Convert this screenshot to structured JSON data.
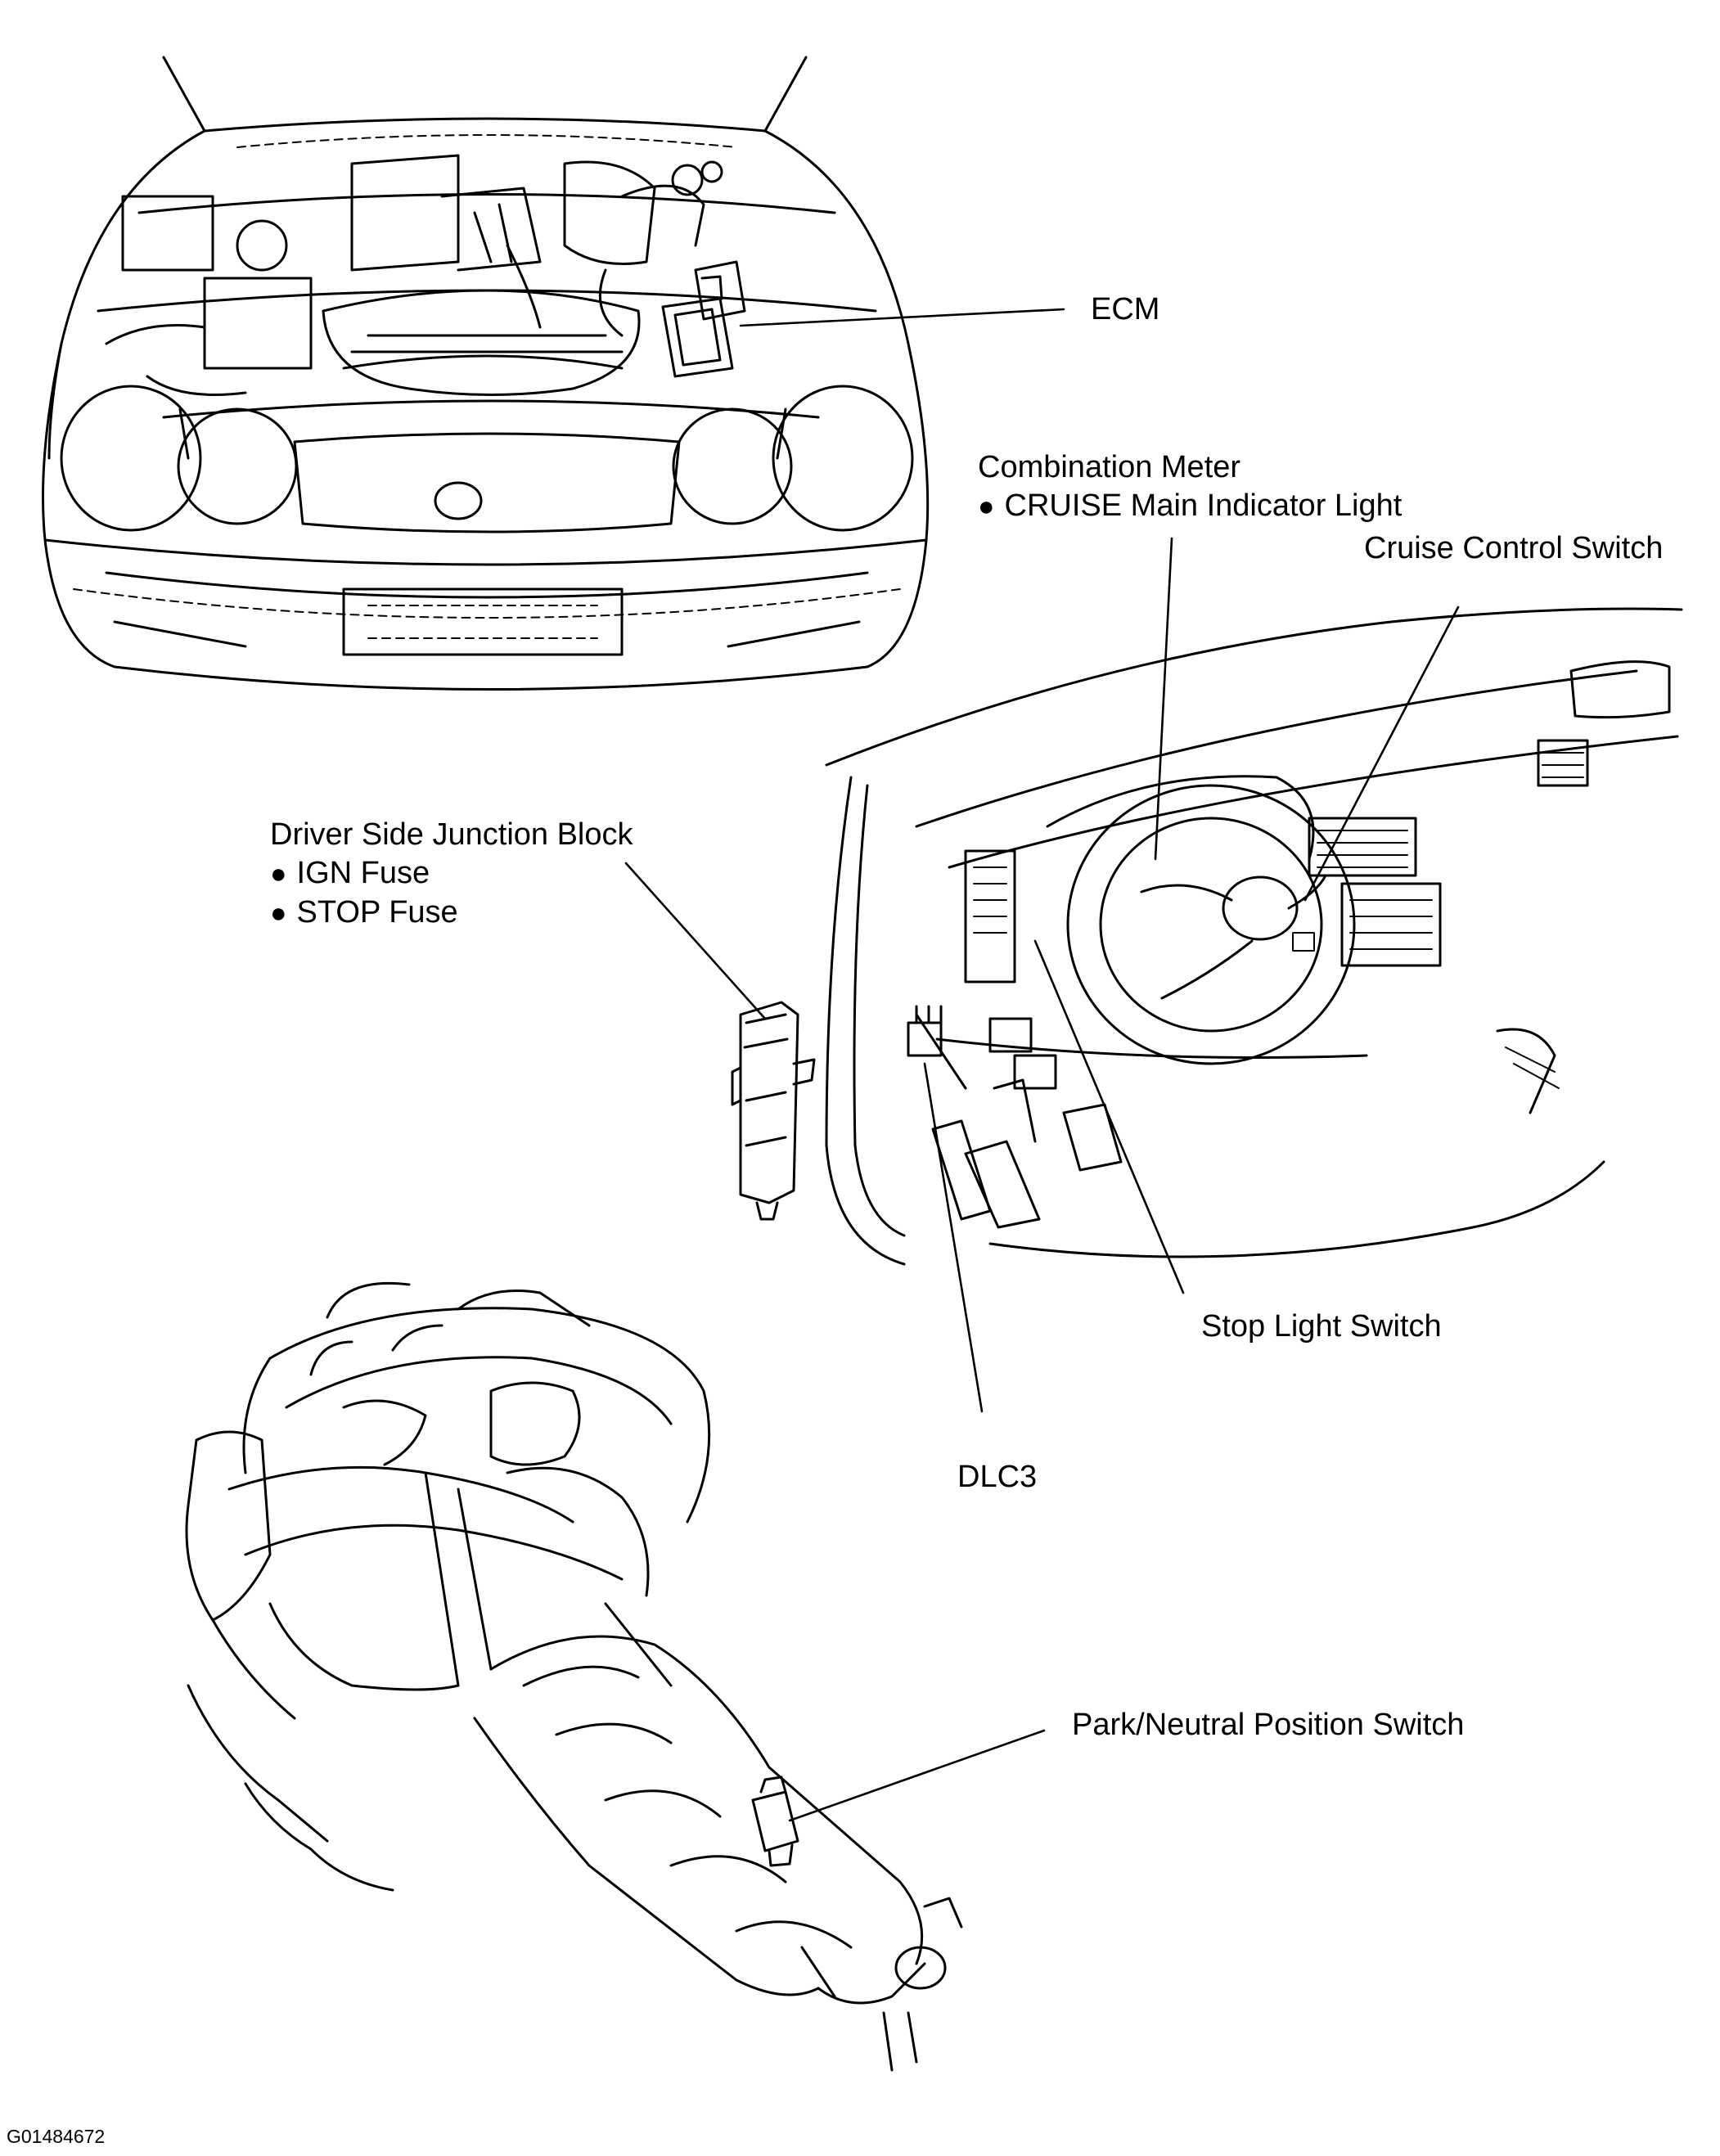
{
  "diagram": {
    "callouts": {
      "ecm": "ECM",
      "combination_meter": {
        "title": "Combination Meter",
        "bullet": "●",
        "item": "CRUISE Main Indicator Light"
      },
      "cruise_control_switch": "Cruise Control Switch",
      "junction_block": {
        "title": "Driver Side Junction Block",
        "bullet": "●",
        "items": [
          "IGN Fuse",
          "STOP Fuse"
        ]
      },
      "stop_light_switch": "Stop Light Switch",
      "dlc3": "DLC3",
      "park_neutral_switch": "Park/Neutral Position Switch"
    },
    "figure_code": "G01484672"
  }
}
